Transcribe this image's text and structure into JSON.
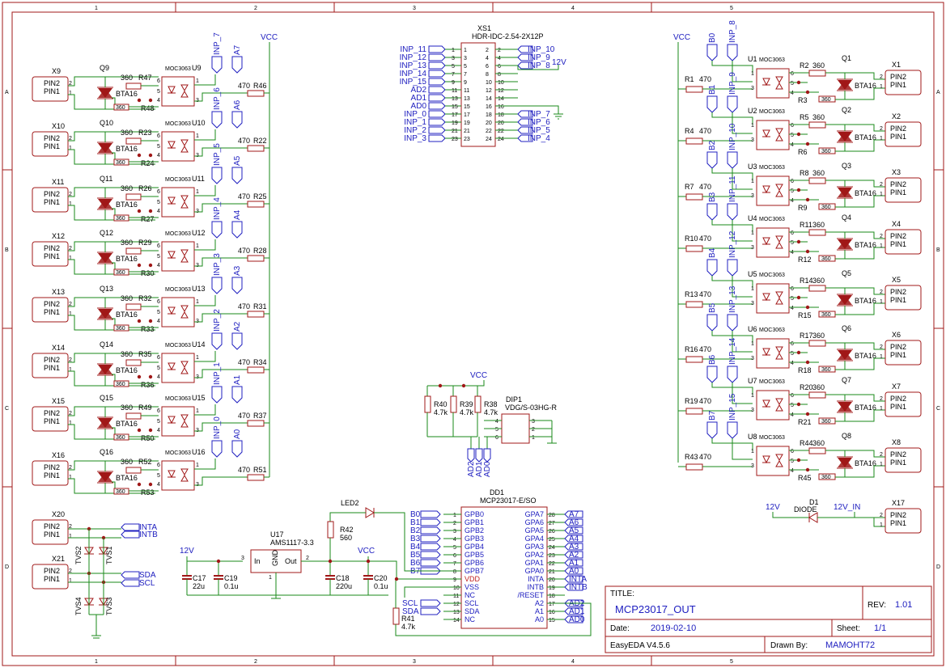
{
  "colors": {
    "frame": "#a01818",
    "wire": "#1a8a1a",
    "symbol": "#a01818",
    "net": "#2020c0",
    "text": "#000000",
    "pin": "#a01818"
  },
  "frame": {
    "cols": [
      "1",
      "2",
      "3",
      "4",
      "5"
    ],
    "rows": [
      "A",
      "B",
      "C",
      "D"
    ]
  },
  "net_vcc": "VCC",
  "net_12v": "12V",
  "net_vcc_in": "12V_IN",
  "net_vdd": "VDD",
  "optocoupler_model": "MOC3063",
  "triac_model": "BTA16",
  "label_pin1": "PIN1",
  "label_pin2": "PIN2",
  "label_360": "360",
  "left_channels": [
    {
      "conn": "X9",
      "triac": "Q9",
      "rg": "R47",
      "rb": "R48",
      "opto": "U9",
      "rl": "R46",
      "inp": "INP_7",
      "addr": "A7"
    },
    {
      "conn": "X10",
      "triac": "Q10",
      "rg": "R23",
      "rb": "R24",
      "opto": "U10",
      "rl": "R22",
      "inp": "INP_6",
      "addr": "A6"
    },
    {
      "conn": "X11",
      "triac": "Q11",
      "rg": "R26",
      "rb": "R27",
      "opto": "U11",
      "rl": "R25",
      "inp": "INP_5",
      "addr": "A5"
    },
    {
      "conn": "X12",
      "triac": "Q12",
      "rg": "R29",
      "rb": "R30",
      "opto": "U12",
      "rl": "R28",
      "inp": "INP_4",
      "addr": "A4"
    },
    {
      "conn": "X13",
      "triac": "Q13",
      "rg": "R32",
      "rb": "R33",
      "opto": "U13",
      "rl": "R31",
      "inp": "INP_3",
      "addr": "A3"
    },
    {
      "conn": "X14",
      "triac": "Q14",
      "rg": "R35",
      "rb": "R36",
      "opto": "U14",
      "rl": "R34",
      "inp": "INP_2",
      "addr": "A2"
    },
    {
      "conn": "X15",
      "triac": "Q15",
      "rg": "R49",
      "rb": "R50",
      "opto": "U15",
      "rl": "R37",
      "inp": "INP_1",
      "addr": "A1"
    },
    {
      "conn": "X16",
      "triac": "Q16",
      "rg": "R52",
      "rb": "R53",
      "opto": "U16",
      "rl": "R51",
      "inp": "INP_0",
      "addr": "A0"
    }
  ],
  "right_channels": [
    {
      "conn": "X1",
      "triac": "Q1",
      "rg": "R2",
      "rb": "R3",
      "opto": "U1",
      "rl": "R1",
      "inp": "INP_8",
      "addr": "B0"
    },
    {
      "conn": "X2",
      "triac": "Q2",
      "rg": "R5",
      "rb": "R6",
      "opto": "U2",
      "rl": "R4",
      "inp": "INP_9",
      "addr": "B1"
    },
    {
      "conn": "X3",
      "triac": "Q3",
      "rg": "R8",
      "rb": "R9",
      "opto": "U3",
      "rl": "R7",
      "inp": "INP_10",
      "addr": "B2"
    },
    {
      "conn": "X4",
      "triac": "Q4",
      "rg": "R11",
      "rb": "R12",
      "opto": "U4",
      "rl": "R10",
      "inp": "INP_11",
      "addr": "B3"
    },
    {
      "conn": "X5",
      "triac": "Q5",
      "rg": "R14",
      "rb": "R15",
      "opto": "U5",
      "rl": "R13",
      "inp": "INP_12",
      "addr": "B4"
    },
    {
      "conn": "X6",
      "triac": "Q6",
      "rg": "R17",
      "rb": "R18",
      "opto": "U6",
      "rl": "R16",
      "inp": "INP_13",
      "addr": "B5"
    },
    {
      "conn": "X7",
      "triac": "Q7",
      "rg": "R20",
      "rb": "R21",
      "opto": "U7",
      "rl": "R19",
      "inp": "INP_14",
      "addr": "B6"
    },
    {
      "conn": "X8",
      "triac": "Q8",
      "rg": "R44",
      "rb": "R45",
      "opto": "U8",
      "rl": "R43",
      "inp": "INP_15",
      "addr": "B7"
    }
  ],
  "header": {
    "ref": "XS1",
    "model": "HDR-IDC-2.54-2X12P",
    "left_nets": [
      "INP_11",
      "INP_12",
      "INP_13",
      "INP_14",
      "INP_15",
      "AD2",
      "AD1",
      "AD0",
      "INP_0",
      "INP_1",
      "INP_2",
      "INP_3"
    ],
    "left_pins_a": [
      "1",
      "3",
      "5",
      "7",
      "9",
      "11",
      "13",
      "15",
      "17",
      "19",
      "21",
      "23"
    ],
    "left_pins_b": [
      "1",
      "3",
      "5",
      "7",
      "9",
      "11",
      "13",
      "15",
      "17",
      "19",
      "21",
      "23"
    ],
    "right_pins": [
      "2",
      "4",
      "6",
      "8",
      "10",
      "12",
      "14",
      "16",
      "18",
      "20",
      "22",
      "24"
    ],
    "right_nets": [
      "INP_10",
      "INP_9",
      "INP_8",
      "",
      "",
      "",
      "",
      "",
      "INP_7",
      "INP_6",
      "INP_5",
      "INP_4"
    ],
    "supply": "12V"
  },
  "dip": {
    "ref": "DIP1",
    "model": "VDG/S-03HG-R",
    "pins_left": [
      "4",
      "5",
      "6"
    ],
    "pins_right": [
      "3",
      "2",
      "1"
    ],
    "resistors": [
      {
        "ref": "R40",
        "val": "4.7k"
      },
      {
        "ref": "R39",
        "val": "4.7k"
      },
      {
        "ref": "R38",
        "val": "4.7k"
      }
    ],
    "nets": [
      "AD2",
      "AD1",
      "AD0"
    ]
  },
  "mcu": {
    "ref": "DD1",
    "model": "MCP23017-E/SO",
    "left_nets": [
      "B0",
      "B1",
      "B2",
      "B3",
      "B4",
      "B5",
      "B6",
      "B7"
    ],
    "left_names": [
      "GPB0",
      "GPB1",
      "GPB2",
      "GPB3",
      "GPB4",
      "GPB5",
      "GPB6",
      "GPB7",
      "VDD",
      "VSS",
      "NC",
      "SCL",
      "SDA",
      "NC"
    ],
    "left_pins": [
      "1",
      "2",
      "3",
      "4",
      "5",
      "6",
      "7",
      "8",
      "9",
      "10",
      "11",
      "12",
      "13",
      "14"
    ],
    "right_names": [
      "GPA7",
      "GPA6",
      "GPA5",
      "GPA4",
      "GPA3",
      "GPA2",
      "GPA1",
      "GPA0",
      "INTA",
      "INTB",
      "/RESET",
      "A2",
      "A1",
      "A0"
    ],
    "right_pins": [
      "28",
      "27",
      "26",
      "25",
      "24",
      "23",
      "22",
      "21",
      "20",
      "19",
      "18",
      "17",
      "16",
      "15"
    ],
    "right_nets": [
      "A7",
      "A6",
      "A5",
      "A4",
      "A3",
      "A2",
      "A1",
      "A0",
      "INTA",
      "INTB",
      "",
      "AD2",
      "AD1",
      "AD0"
    ],
    "i2c_left": [
      "SCL",
      "SDA"
    ],
    "r41": {
      "ref": "R41",
      "val": "4.7k"
    }
  },
  "power": {
    "ref": "U17",
    "model": "AMS1117-3.3",
    "in": "In",
    "gnd": "GND",
    "out": "Out",
    "pin_in": "3",
    "pin_gnd": "1",
    "pin_out": "2",
    "caps": [
      {
        "ref": "C17",
        "val": "22u"
      },
      {
        "ref": "C19",
        "val": "0.1u"
      },
      {
        "ref": "C18",
        "val": "220u"
      },
      {
        "ref": "C20",
        "val": "0.1u"
      }
    ],
    "led": {
      "ref": "LED2"
    },
    "r42": {
      "ref": "R42",
      "val": "560"
    }
  },
  "tvs": {
    "x20": "X20",
    "x21": "X21",
    "nets_top": [
      "INTA",
      "INTB"
    ],
    "nets_bot": [
      "SDA",
      "SCL"
    ],
    "diodes": [
      "TVS2",
      "TVS1",
      "TVS4",
      "TVS3"
    ]
  },
  "diode": {
    "ref": "D1",
    "model": "DIODE",
    "conn": "X17"
  },
  "title_block": {
    "title_label": "TITLE:",
    "title": "MCP23017_OUT",
    "rev_label": "REV:",
    "rev": "1.01",
    "date_label": "Date:",
    "date": "2019-02-10",
    "sheet_label": "Sheet:",
    "sheet": "1/1",
    "tool": "EasyEDA V4.5.6",
    "drawn_label": "Drawn By:",
    "drawn": "MAMOHT72"
  }
}
